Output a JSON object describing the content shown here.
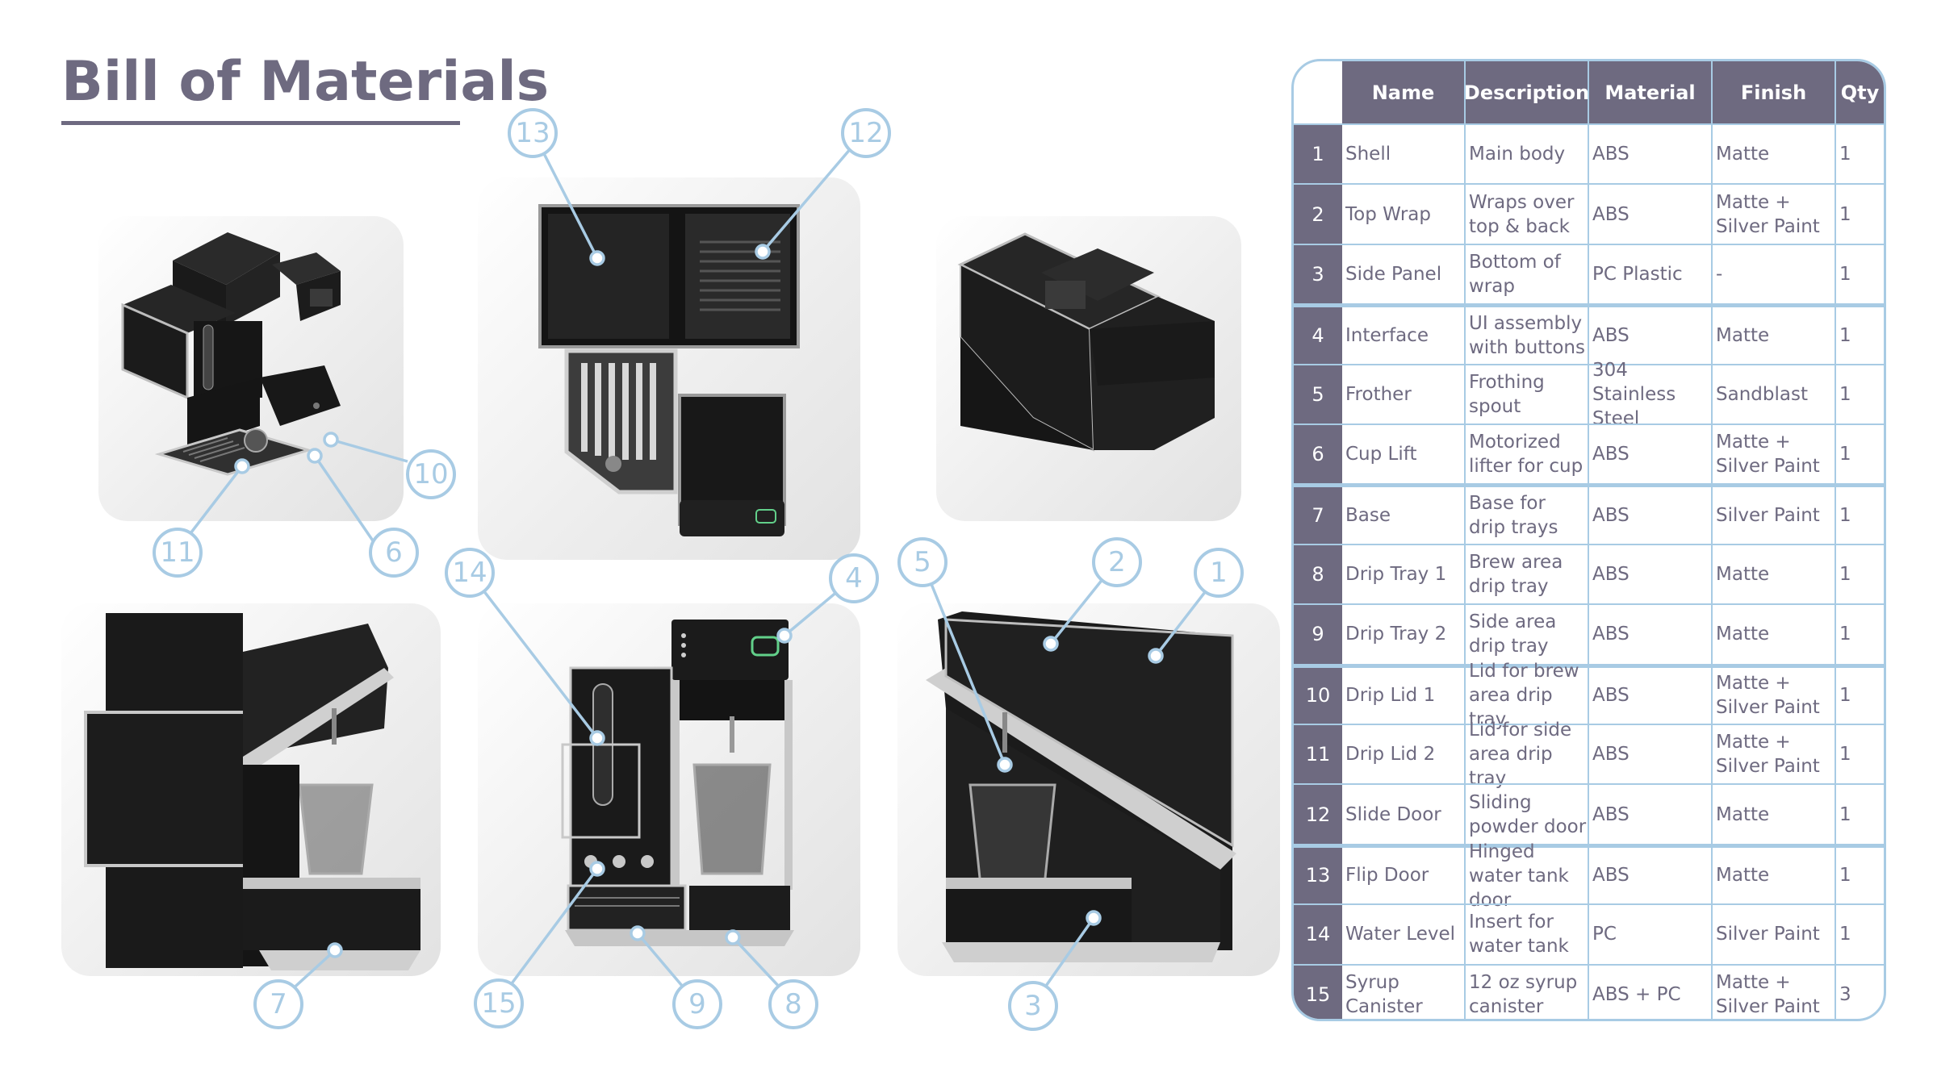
{
  "title": "Bill of Materials",
  "colors": {
    "accent": "#a8cbe4",
    "primary": "#6e6a80",
    "machine": "#1c1c1c",
    "silver": "#b8b8b8"
  },
  "views": [
    {
      "name": "isometric-front-left",
      "callouts": [
        "10",
        "11",
        "6"
      ]
    },
    {
      "name": "top-view",
      "callouts": [
        "13",
        "12"
      ]
    },
    {
      "name": "isometric-back",
      "callouts": []
    },
    {
      "name": "side-view-left",
      "callouts": [
        "7"
      ]
    },
    {
      "name": "front-view",
      "callouts": [
        "14",
        "4",
        "15",
        "9",
        "8"
      ]
    },
    {
      "name": "side-view-right",
      "callouts": [
        "5",
        "2",
        "1",
        "3"
      ]
    }
  ],
  "callouts": [
    "1",
    "2",
    "3",
    "4",
    "5",
    "6",
    "7",
    "8",
    "9",
    "10",
    "11",
    "12",
    "13",
    "14",
    "15"
  ],
  "table": {
    "headers": [
      "Name",
      "Description",
      "Material",
      "Finish",
      "Qty"
    ],
    "rows": [
      {
        "num": "1",
        "name": "Shell",
        "description": "Main body",
        "material": "ABS",
        "finish": "Matte",
        "qty": "1"
      },
      {
        "num": "2",
        "name": "Top Wrap",
        "description": "Wraps over top & back",
        "material": "ABS",
        "finish": "Matte + Silver Paint",
        "qty": "1"
      },
      {
        "num": "3",
        "name": "Side Panel",
        "description": "Bottom of wrap",
        "material": "PC Plastic",
        "finish": "-",
        "qty": "1"
      },
      {
        "num": "4",
        "name": "Interface",
        "description": "UI assembly with buttons",
        "material": "ABS",
        "finish": "Matte",
        "qty": "1"
      },
      {
        "num": "5",
        "name": "Frother",
        "description": "Frothing spout",
        "material": "304 Stainless Steel",
        "finish": "Sandblast",
        "qty": "1"
      },
      {
        "num": "6",
        "name": "Cup Lift",
        "description": "Motorized lifter for cup",
        "material": "ABS",
        "finish": "Matte + Silver Paint",
        "qty": "1"
      },
      {
        "num": "7",
        "name": "Base",
        "description": "Base for drip trays",
        "material": "ABS",
        "finish": "Silver Paint",
        "qty": "1"
      },
      {
        "num": "8",
        "name": "Drip Tray 1",
        "description": "Brew area drip tray",
        "material": "ABS",
        "finish": "Matte",
        "qty": "1"
      },
      {
        "num": "9",
        "name": "Drip Tray 2",
        "description": "Side area drip tray",
        "material": "ABS",
        "finish": "Matte",
        "qty": "1"
      },
      {
        "num": "10",
        "name": "Drip Lid 1",
        "description": "Lid for brew area drip tray",
        "material": "ABS",
        "finish": "Matte + Silver Paint",
        "qty": "1"
      },
      {
        "num": "11",
        "name": "Drip Lid 2",
        "description": "Lid for side area drip tray",
        "material": "ABS",
        "finish": "Matte + Silver Paint",
        "qty": "1"
      },
      {
        "num": "12",
        "name": "Slide Door",
        "description": "Sliding powder door",
        "material": "ABS",
        "finish": "Matte",
        "qty": "1"
      },
      {
        "num": "13",
        "name": "Flip Door",
        "description": "Hinged water tank door",
        "material": "ABS",
        "finish": "Matte",
        "qty": "1"
      },
      {
        "num": "14",
        "name": "Water Level",
        "description": "Insert for water tank",
        "material": "PC",
        "finish": "Silver Paint",
        "qty": "1"
      },
      {
        "num": "15",
        "name": "Syrup Canister",
        "description": "12 oz syrup canister",
        "material": "ABS + PC",
        "finish": "Matte + Silver Paint",
        "qty": "3"
      }
    ]
  }
}
